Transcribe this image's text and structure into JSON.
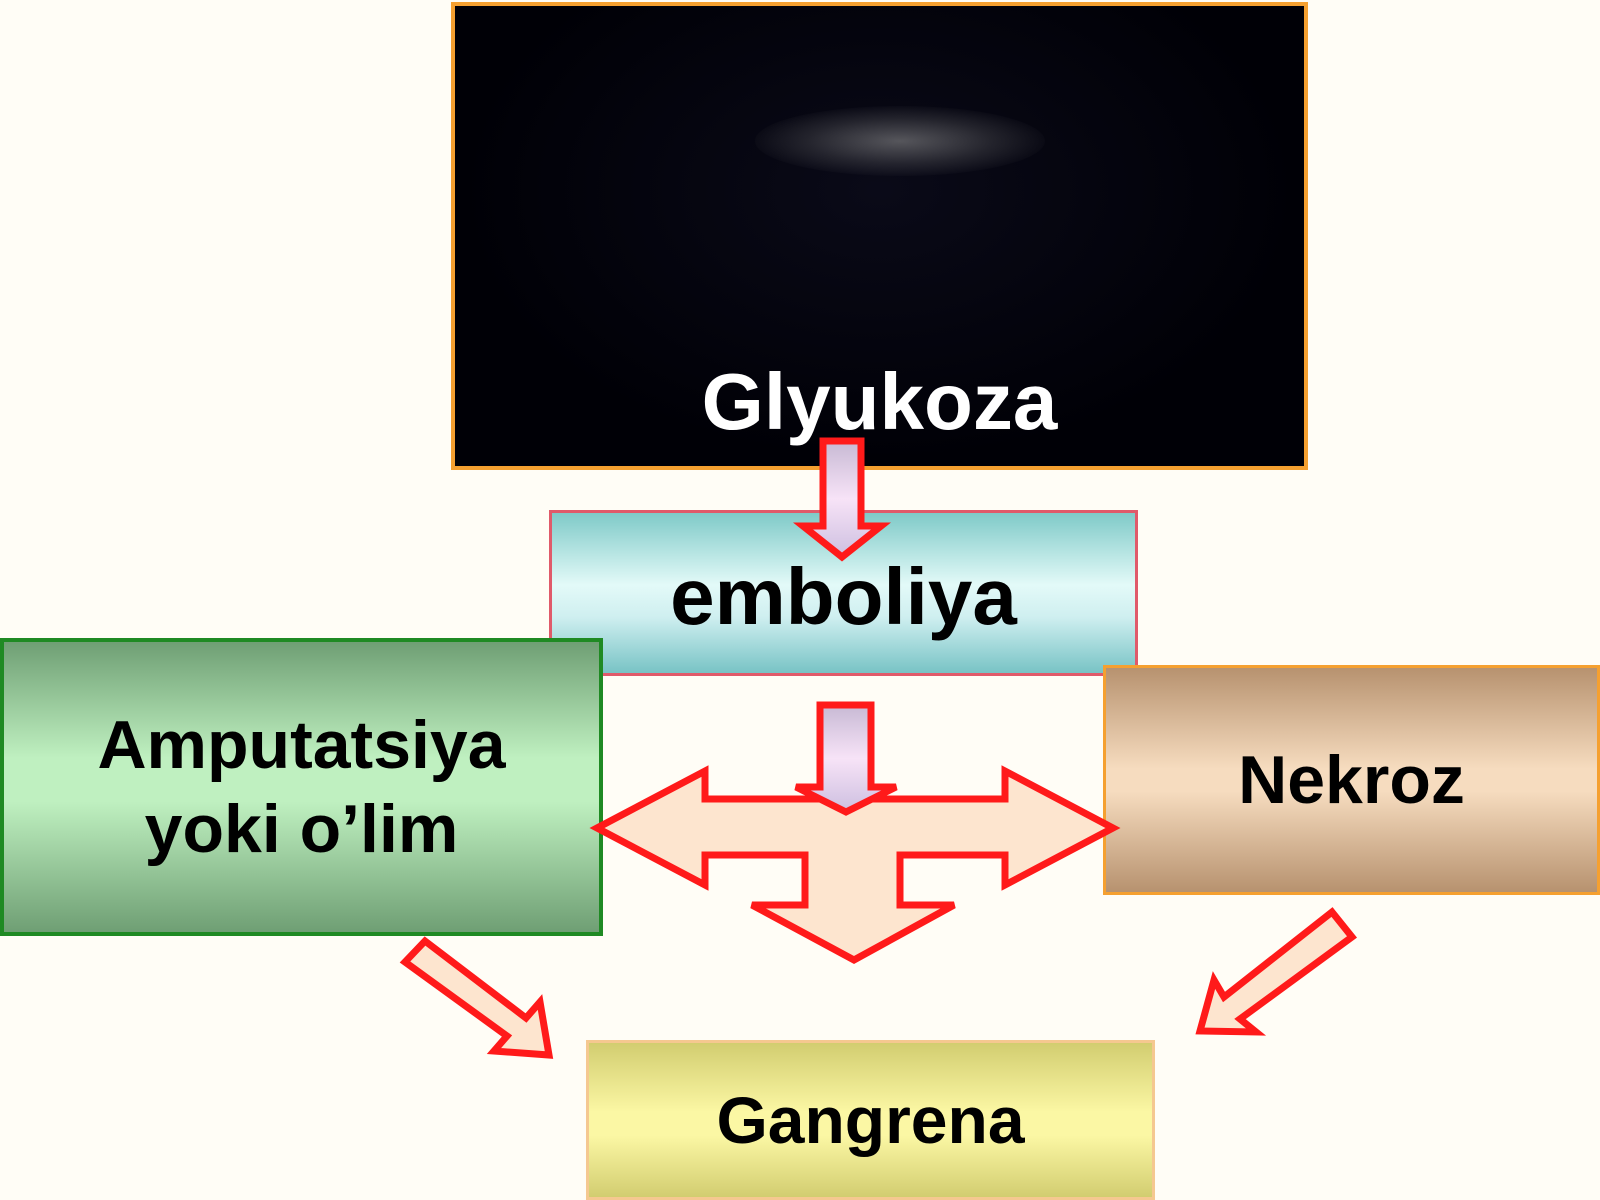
{
  "nodes": {
    "glyukoza": "Glyukoza",
    "emboliya": "emboliya",
    "amputatsiya_line1": "Amputatsiya",
    "amputatsiya_line2": "yoki o’lim",
    "nekroz": "Nekroz",
    "gangrena": "Gangrena"
  },
  "colors": {
    "arrow_outline": "#ff1a1a",
    "arrow_fill_pink": "#f2dcf2",
    "arrow_fill_peach": "#fde5cf"
  }
}
